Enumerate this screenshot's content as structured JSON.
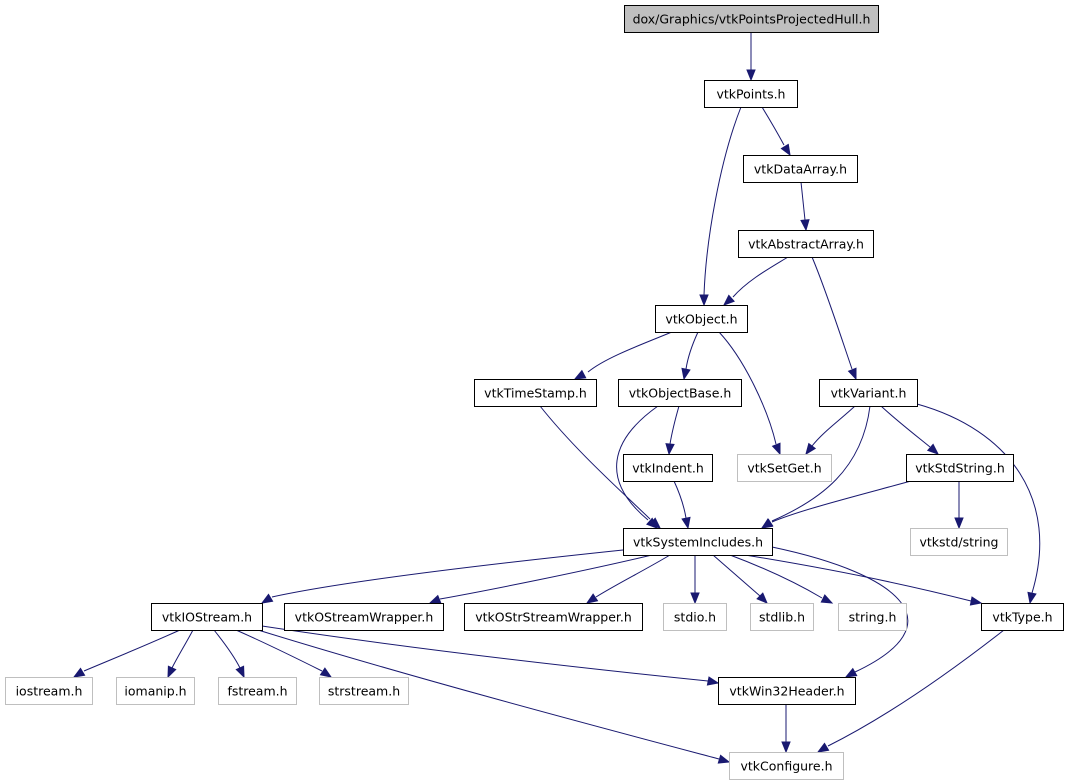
{
  "colors": {
    "edge": "#191970",
    "root_fill": "#bfbfbf",
    "root_border": "#000000",
    "node_fill": "#ffffff",
    "node_border": "#000000",
    "missing_border": "#bfbfbf",
    "missing_text": "#7f7f7f"
  },
  "nodes": [
    {
      "id": "root",
      "label": "dox/Graphics/vtkPointsProjectedHull.h",
      "kind": "root"
    },
    {
      "id": "points",
      "label": "vtkPoints.h",
      "kind": "normal"
    },
    {
      "id": "dataarray",
      "label": "vtkDataArray.h",
      "kind": "normal"
    },
    {
      "id": "abstractarray",
      "label": "vtkAbstractArray.h",
      "kind": "normal"
    },
    {
      "id": "object",
      "label": "vtkObject.h",
      "kind": "normal"
    },
    {
      "id": "timestamp",
      "label": "vtkTimeStamp.h",
      "kind": "normal"
    },
    {
      "id": "objectbase",
      "label": "vtkObjectBase.h",
      "kind": "normal"
    },
    {
      "id": "variant",
      "label": "vtkVariant.h",
      "kind": "normal"
    },
    {
      "id": "indent",
      "label": "vtkIndent.h",
      "kind": "normal"
    },
    {
      "id": "setget",
      "label": "vtkSetGet.h",
      "kind": "missing"
    },
    {
      "id": "stdstring",
      "label": "vtkStdString.h",
      "kind": "normal"
    },
    {
      "id": "systemincludes",
      "label": "vtkSystemIncludes.h",
      "kind": "normal"
    },
    {
      "id": "vtkstdstring",
      "label": "vtkstd/string",
      "kind": "missing"
    },
    {
      "id": "iostream",
      "label": "vtkIOStream.h",
      "kind": "normal"
    },
    {
      "id": "ostreamwrapper",
      "label": "vtkOStreamWrapper.h",
      "kind": "normal"
    },
    {
      "id": "ostrstreamwrapper",
      "label": "vtkOStrStreamWrapper.h",
      "kind": "normal"
    },
    {
      "id": "stdio",
      "label": "stdio.h",
      "kind": "missing"
    },
    {
      "id": "stdlib",
      "label": "stdlib.h",
      "kind": "missing"
    },
    {
      "id": "string",
      "label": "string.h",
      "kind": "missing"
    },
    {
      "id": "type",
      "label": "vtkType.h",
      "kind": "normal"
    },
    {
      "id": "iostreamh",
      "label": "iostream.h",
      "kind": "missing"
    },
    {
      "id": "iomanip",
      "label": "iomanip.h",
      "kind": "missing"
    },
    {
      "id": "fstream",
      "label": "fstream.h",
      "kind": "missing"
    },
    {
      "id": "strstream",
      "label": "strstream.h",
      "kind": "missing"
    },
    {
      "id": "win32header",
      "label": "vtkWin32Header.h",
      "kind": "normal"
    },
    {
      "id": "configure",
      "label": "vtkConfigure.h",
      "kind": "missing"
    }
  ],
  "edges": [
    {
      "from": "root",
      "to": "points"
    },
    {
      "from": "points",
      "to": "dataarray"
    },
    {
      "from": "points",
      "to": "object"
    },
    {
      "from": "dataarray",
      "to": "abstractarray"
    },
    {
      "from": "abstractarray",
      "to": "object"
    },
    {
      "from": "abstractarray",
      "to": "variant"
    },
    {
      "from": "object",
      "to": "timestamp"
    },
    {
      "from": "object",
      "to": "objectbase"
    },
    {
      "from": "object",
      "to": "setget"
    },
    {
      "from": "timestamp",
      "to": "systemincludes"
    },
    {
      "from": "objectbase",
      "to": "indent"
    },
    {
      "from": "objectbase",
      "to": "systemincludes"
    },
    {
      "from": "indent",
      "to": "systemincludes"
    },
    {
      "from": "variant",
      "to": "setget"
    },
    {
      "from": "variant",
      "to": "stdstring"
    },
    {
      "from": "variant",
      "to": "systemincludes"
    },
    {
      "from": "variant",
      "to": "type"
    },
    {
      "from": "stdstring",
      "to": "systemincludes"
    },
    {
      "from": "stdstring",
      "to": "vtkstdstring"
    },
    {
      "from": "systemincludes",
      "to": "iostream"
    },
    {
      "from": "systemincludes",
      "to": "ostreamwrapper"
    },
    {
      "from": "systemincludes",
      "to": "ostrstreamwrapper"
    },
    {
      "from": "systemincludes",
      "to": "stdio"
    },
    {
      "from": "systemincludes",
      "to": "stdlib"
    },
    {
      "from": "systemincludes",
      "to": "string"
    },
    {
      "from": "systemincludes",
      "to": "type"
    },
    {
      "from": "systemincludes",
      "to": "win32header"
    },
    {
      "from": "iostream",
      "to": "iostreamh"
    },
    {
      "from": "iostream",
      "to": "iomanip"
    },
    {
      "from": "iostream",
      "to": "fstream"
    },
    {
      "from": "iostream",
      "to": "strstream"
    },
    {
      "from": "iostream",
      "to": "win32header"
    },
    {
      "from": "iostream",
      "to": "configure"
    },
    {
      "from": "type",
      "to": "configure"
    },
    {
      "from": "win32header",
      "to": "configure"
    }
  ]
}
